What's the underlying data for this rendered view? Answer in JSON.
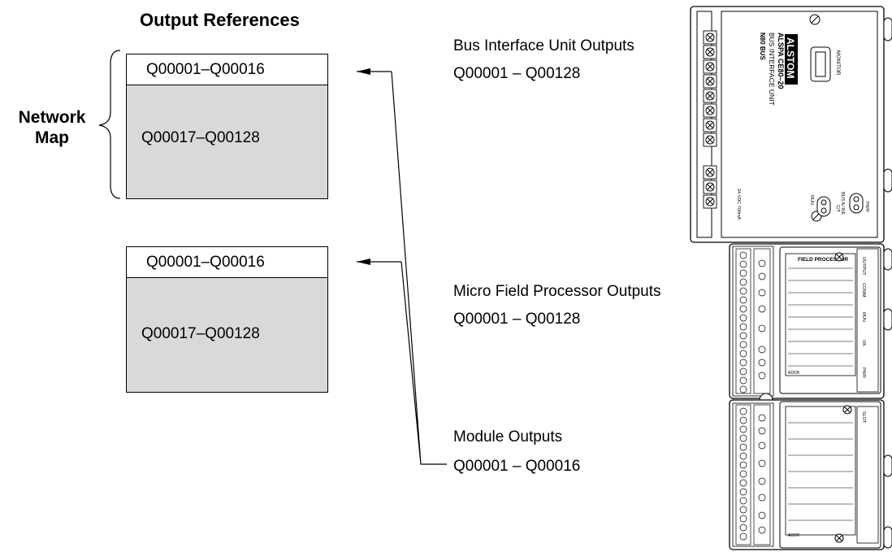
{
  "diagram": {
    "title": "Output References",
    "network_map_label_line1": "Network",
    "network_map_label_line2": "Map",
    "bus_map": {
      "top_range": "Q00001–Q00016",
      "bottom_range": "Q00017–Q00128"
    },
    "micro_map": {
      "top_range": "Q00001–Q00016",
      "bottom_range": "Q00017–Q00128"
    },
    "bus_outputs": {
      "label": "Bus Interface Unit Outputs",
      "range": "Q00001 – Q00128"
    },
    "micro_outputs": {
      "label": "Micro Field Processor Outputs",
      "range": "Q00001 – Q00128"
    },
    "module_outputs": {
      "label": "Module Outputs",
      "range": "Q00001 – Q00016"
    }
  },
  "device": {
    "brand": "ALSTOM",
    "model": "ALSPA CE80–20",
    "unit_name": "BUS INTERFACE UNIT",
    "bus": "N80 BUS",
    "port_label": "MONITOR",
    "led_labels_top": [
      "BUS A/ B/E",
      "PWR"
    ],
    "led_labels_bottom": [
      "RUN",
      "C/T"
    ],
    "supply_label": "24 VDC 700mA",
    "field_processor_label": "FIELD PROCESSOR",
    "fp_status_labels": [
      "OUTPUT",
      "COMM",
      "RUN",
      "OK",
      "PWR"
    ],
    "fp_addr_label": "ADDR",
    "module_slot_label": "SLOT",
    "module_addr_label": "ADDR"
  }
}
